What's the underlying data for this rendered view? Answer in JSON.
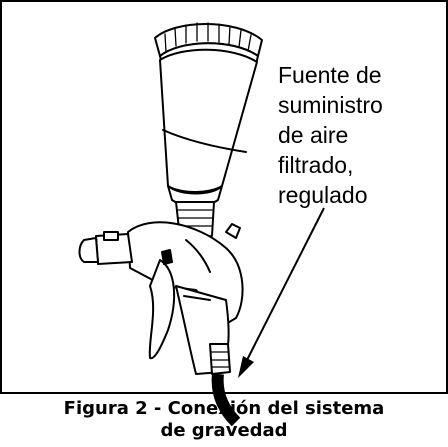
{
  "figure": {
    "callout_lines": [
      "Fuente de",
      "suministro",
      "de aire",
      "filtrado,",
      "regulado"
    ],
    "caption_line1": "Figura 2 - Conexión del sistema",
    "caption_line2": "de gravedad"
  }
}
